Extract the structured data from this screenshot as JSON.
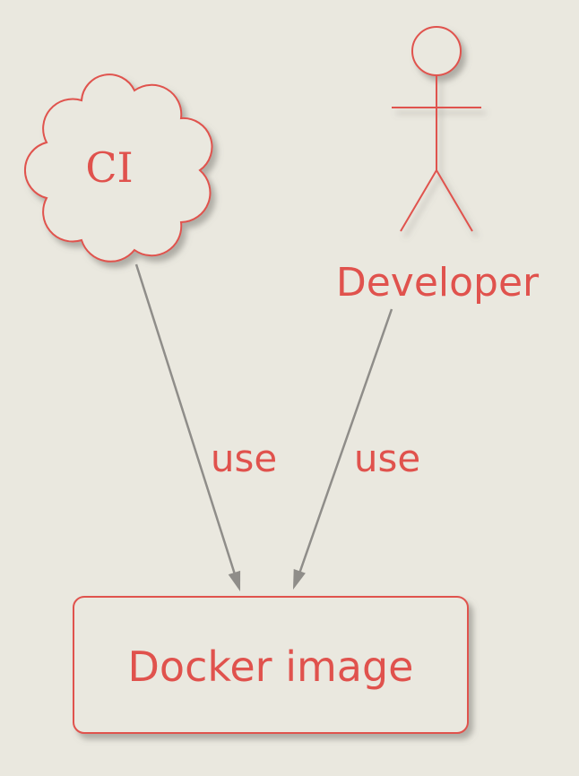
{
  "diagram": {
    "kind": "usecase-diagram",
    "background": "#eae8df",
    "accent": "#e0524d",
    "node_fill": "#eae8df",
    "arrow_color": "#8f8d89",
    "nodes": {
      "ci": {
        "label": "CI",
        "shape": "cloud"
      },
      "developer": {
        "label": "Developer",
        "shape": "actor"
      },
      "docker_image": {
        "label": "Docker image",
        "shape": "rectangle"
      }
    },
    "edges": [
      {
        "from": "ci",
        "to": "docker_image",
        "label": "use"
      },
      {
        "from": "developer",
        "to": "docker_image",
        "label": "use"
      }
    ]
  }
}
